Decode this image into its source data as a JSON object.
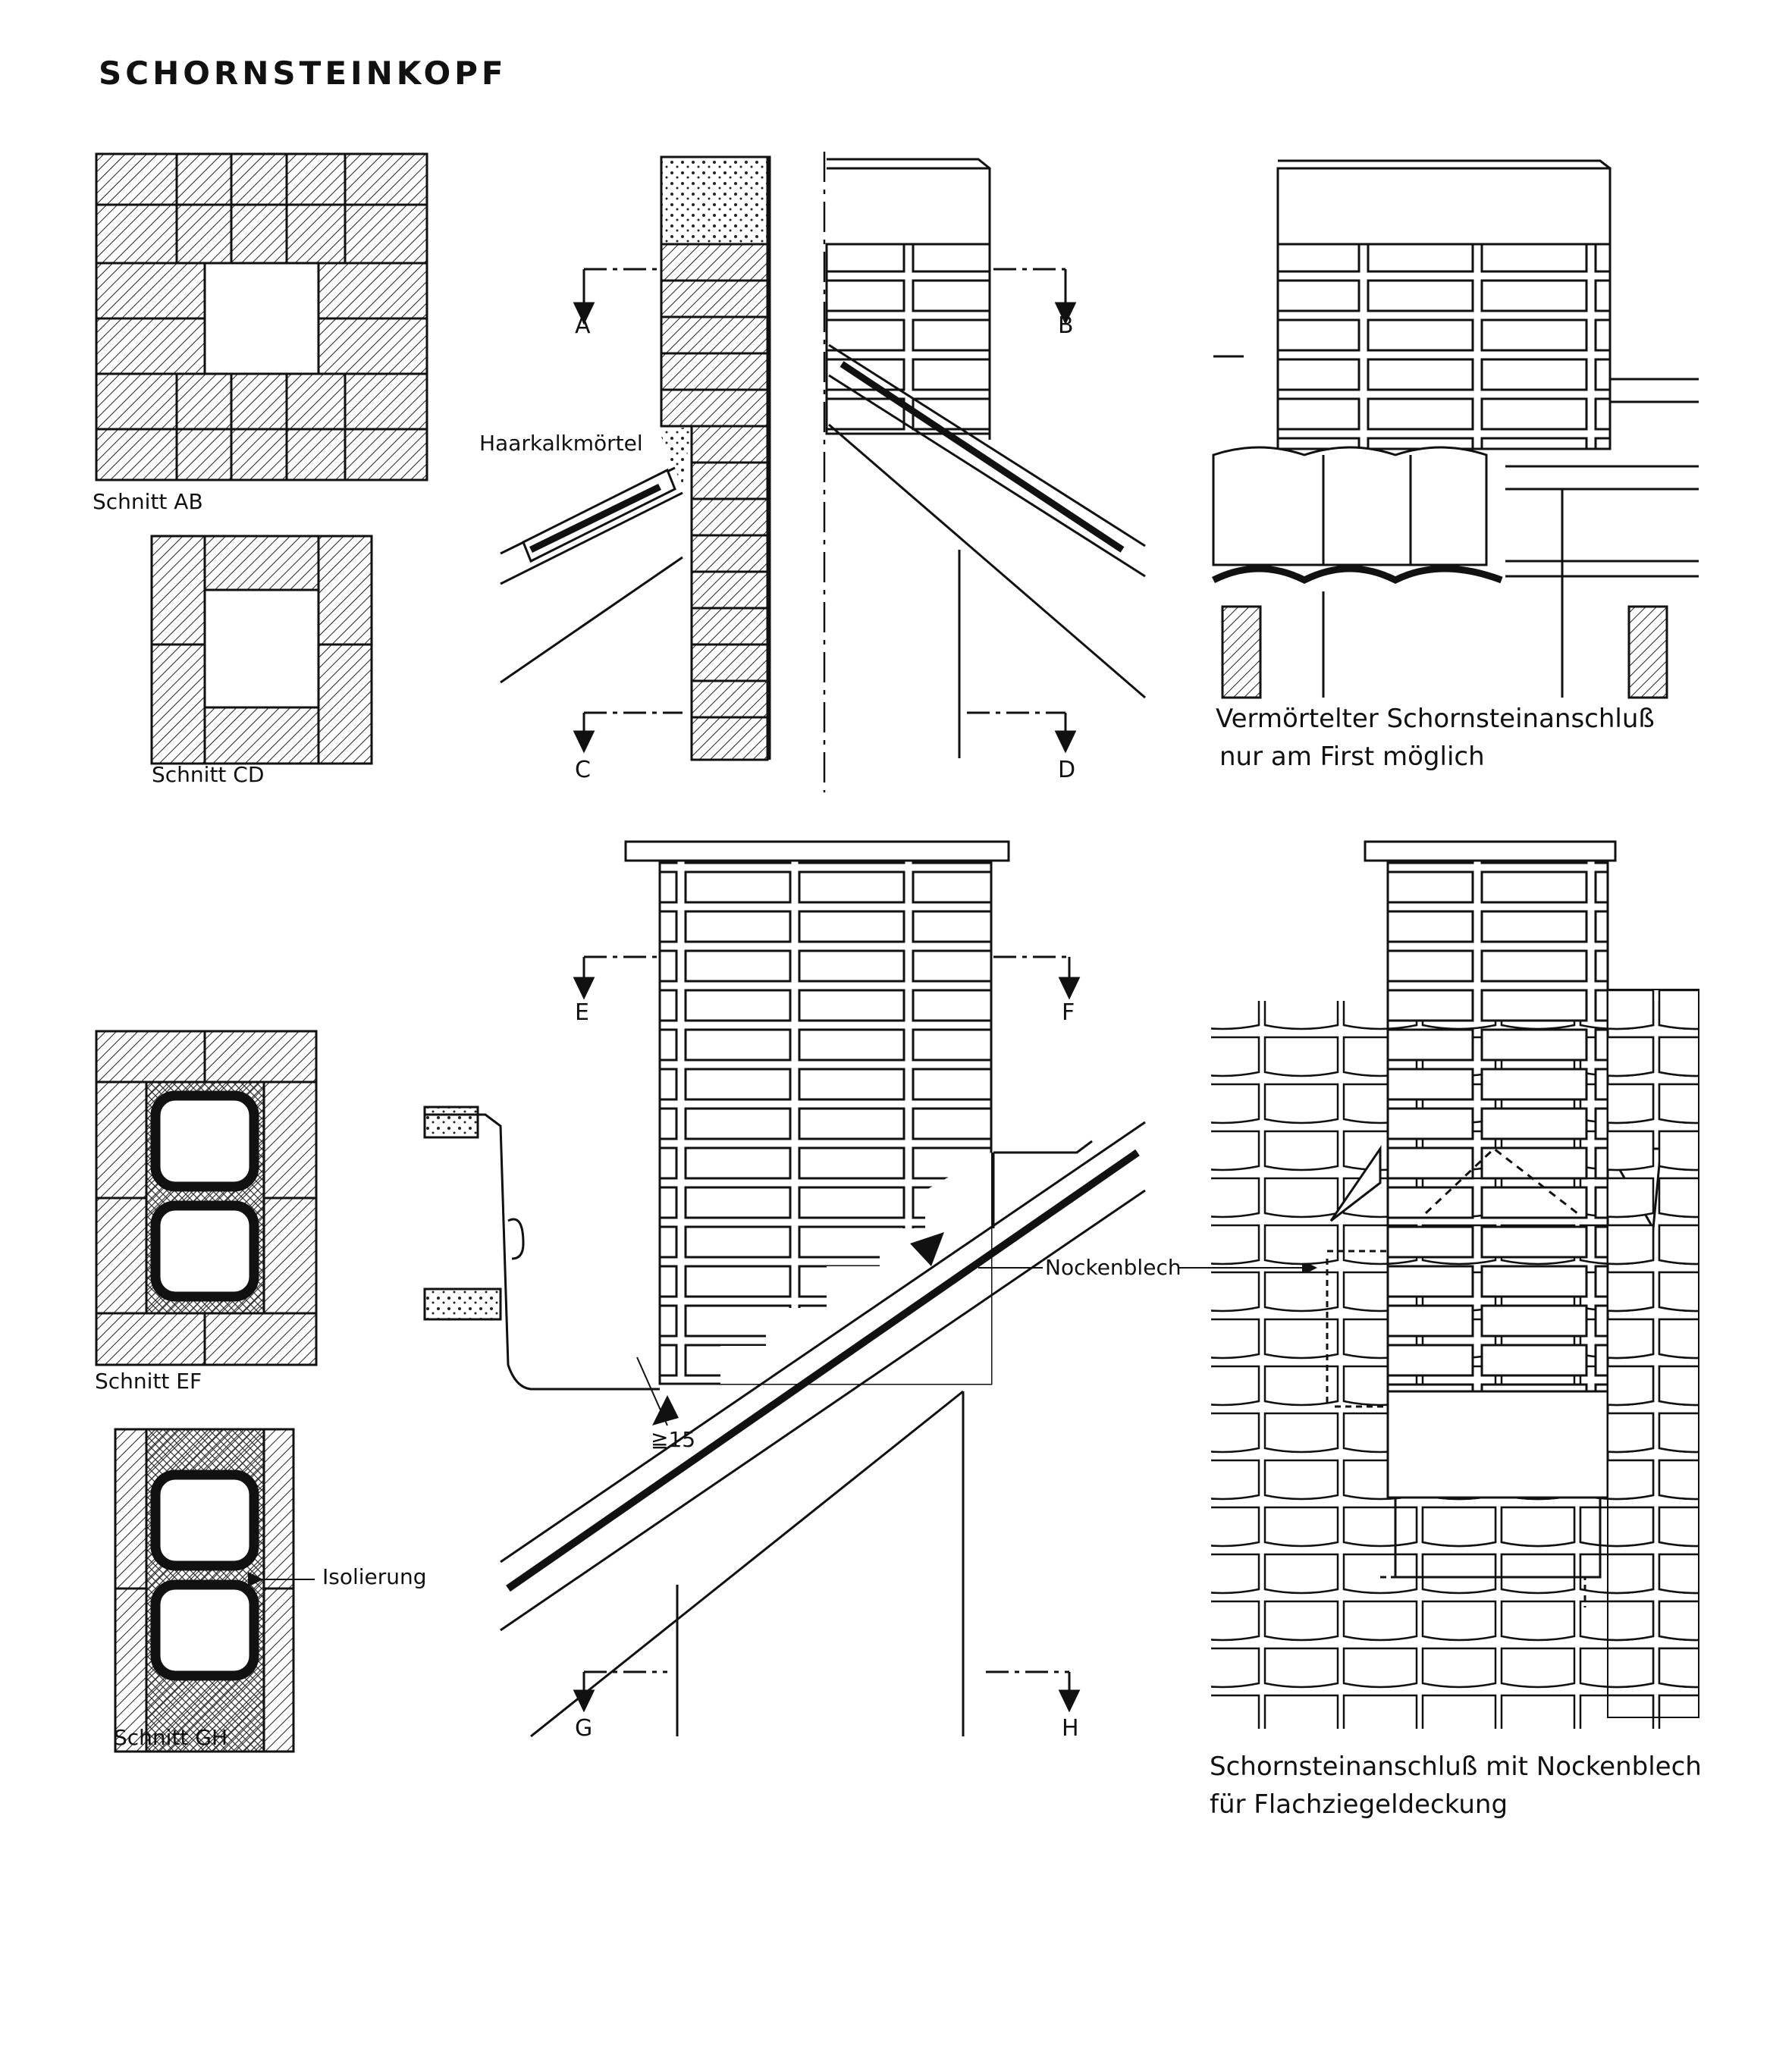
{
  "title": "SCHORNSTEINKOPF",
  "labels": {
    "schnitt_ab": "Schnitt AB",
    "schnitt_cd": "Schnitt CD",
    "schnitt_ef": "Schnitt EF",
    "schnitt_gh": "Schnitt GH",
    "haarkalkmoertel": "Haarkalkmörtel",
    "nockenblech": "Nockenblech",
    "isolierung": "Isolierung",
    "slope_min": "≧15"
  },
  "section_markers": [
    "A",
    "B",
    "C",
    "D",
    "E",
    "F",
    "G",
    "H"
  ],
  "captions": {
    "top_right_line1": "Vermörtelter Schornsteinanschluß",
    "top_right_line2": "nur am First möglich",
    "bottom_right_line1": "Schornsteinanschluß mit Nockenblech",
    "bottom_right_line2": "für Flachziegeldeckung"
  }
}
